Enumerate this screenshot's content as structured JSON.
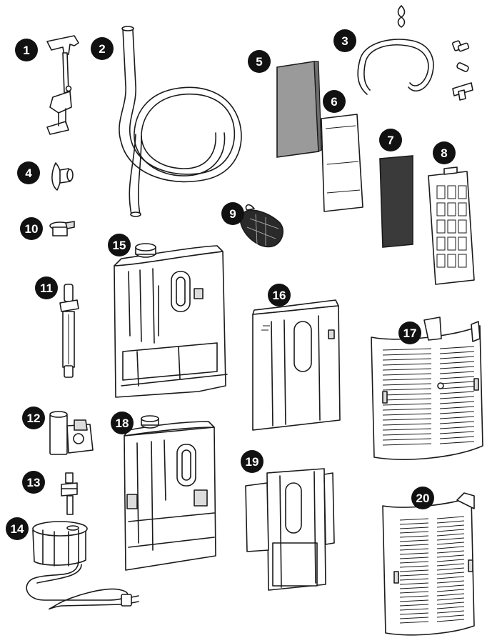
{
  "diagram": {
    "colors": {
      "ink": "#1a1a1a",
      "badge": "#111111",
      "sponge_gray": "#9a9a9a",
      "carbon_dark": "#3a3a3a",
      "paper_white": "#ffffff"
    },
    "parts": [
      {
        "number": "1",
        "icon": "hanger-bracket-icon"
      },
      {
        "number": "2",
        "icon": "coiled-tubing-icon"
      },
      {
        "number": "3",
        "icon": "air-line-kit-icon"
      },
      {
        "number": "4",
        "icon": "suction-cup-icon"
      },
      {
        "number": "5",
        "icon": "sponge-pad-icon"
      },
      {
        "number": "6",
        "icon": "filter-floss-icon"
      },
      {
        "number": "7",
        "icon": "carbon-pad-icon"
      },
      {
        "number": "8",
        "icon": "media-cartridge-icon"
      },
      {
        "number": "9",
        "icon": "media-bag-icon"
      },
      {
        "number": "10",
        "icon": "cap-icon"
      },
      {
        "number": "11",
        "icon": "intake-tube-icon"
      },
      {
        "number": "12",
        "icon": "pump-housing-icon"
      },
      {
        "number": "13",
        "icon": "impeller-icon"
      },
      {
        "number": "14",
        "icon": "motor-cord-icon"
      },
      {
        "number": "15",
        "icon": "filter-chamber-icon"
      },
      {
        "number": "16",
        "icon": "divider-panel-icon"
      },
      {
        "number": "17",
        "icon": "grille-cover-icon"
      },
      {
        "number": "18",
        "icon": "filter-chamber-small-icon"
      },
      {
        "number": "19",
        "icon": "divider-panel-small-icon"
      },
      {
        "number": "20",
        "icon": "grille-cover-small-icon"
      }
    ]
  }
}
